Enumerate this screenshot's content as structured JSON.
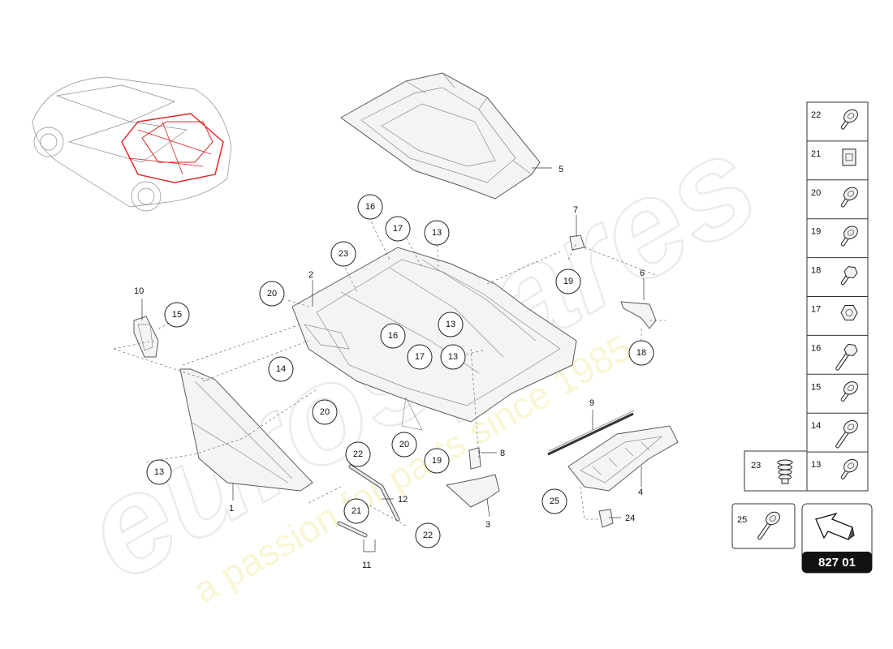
{
  "diagram": {
    "catalog_number": "827 01",
    "watermark": {
      "brand": "eurospares",
      "tagline": "a passion for parts since 1985"
    },
    "callouts": [
      {
        "id": "c1",
        "text": "1"
      },
      {
        "id": "c2",
        "text": "2"
      },
      {
        "id": "c3",
        "text": "3"
      },
      {
        "id": "c4",
        "text": "4"
      },
      {
        "id": "c5",
        "text": "5"
      },
      {
        "id": "c6",
        "text": "6"
      },
      {
        "id": "c7",
        "text": "7"
      },
      {
        "id": "c8",
        "text": "8"
      },
      {
        "id": "c9",
        "text": "9"
      },
      {
        "id": "c10",
        "text": "10"
      },
      {
        "id": "c11",
        "text": "11"
      },
      {
        "id": "c12",
        "text": "12"
      },
      {
        "id": "c24",
        "text": "24"
      }
    ],
    "circled": [
      {
        "id": "k16a",
        "text": "16"
      },
      {
        "id": "k17a",
        "text": "17"
      },
      {
        "id": "k13a",
        "text": "13"
      },
      {
        "id": "k23",
        "text": "23"
      },
      {
        "id": "k20a",
        "text": "20"
      },
      {
        "id": "k15",
        "text": "15"
      },
      {
        "id": "k19a",
        "text": "19"
      },
      {
        "id": "k16b",
        "text": "16"
      },
      {
        "id": "k13b",
        "text": "13"
      },
      {
        "id": "k17b",
        "text": "17"
      },
      {
        "id": "k13c",
        "text": "13"
      },
      {
        "id": "k14",
        "text": "14"
      },
      {
        "id": "k20b",
        "text": "20"
      },
      {
        "id": "k18",
        "text": "18"
      },
      {
        "id": "k20c",
        "text": "20"
      },
      {
        "id": "k22a",
        "text": "22"
      },
      {
        "id": "k19b",
        "text": "19"
      },
      {
        "id": "k13d",
        "text": "13"
      },
      {
        "id": "k21",
        "text": "21"
      },
      {
        "id": "k22b",
        "text": "22"
      },
      {
        "id": "k25",
        "text": "25"
      }
    ],
    "fastener_table": [
      {
        "id": "22",
        "icon": "flange-bolt-icon"
      },
      {
        "id": "21",
        "icon": "clip-nut-icon"
      },
      {
        "id": "20",
        "icon": "button-screw-icon"
      },
      {
        "id": "19",
        "icon": "washer-screw-icon"
      },
      {
        "id": "18",
        "icon": "hex-flange-screw-icon"
      },
      {
        "id": "17",
        "icon": "hex-nut-icon"
      },
      {
        "id": "16",
        "icon": "long-hex-bolt-icon"
      },
      {
        "id": "15",
        "icon": "pan-screw-icon"
      },
      {
        "id": "14",
        "icon": "long-pan-bolt-icon"
      },
      {
        "id": "13",
        "icon": "flange-screw-icon"
      }
    ],
    "extra_fasteners": [
      {
        "id": "23",
        "icon": "expansion-rivet-icon"
      },
      {
        "id": "25",
        "icon": "torx-bolt-icon"
      }
    ]
  }
}
